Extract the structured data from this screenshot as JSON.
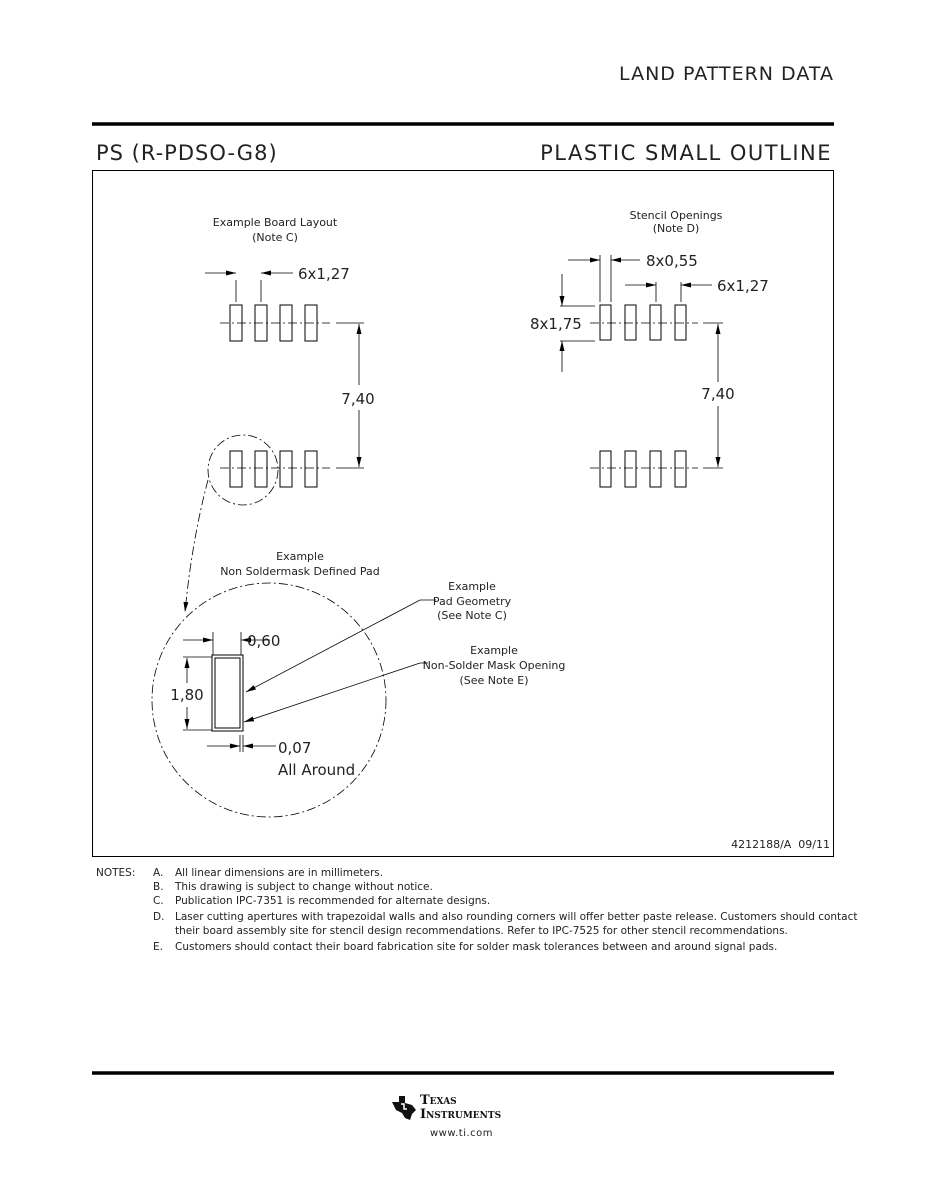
{
  "header": {
    "section": "LAND PATTERN DATA",
    "package_code": "PS (R-PDSO-G8)",
    "package_name": "PLASTIC SMALL OUTLINE"
  },
  "board_layout": {
    "title": "Example Board Layout",
    "note": "(Note C)",
    "pitch": "6x1,27",
    "row_spacing": "7,40"
  },
  "stencil": {
    "title": "Stencil Openings",
    "note": "(Note D)",
    "width": "8x0,55",
    "pitch": "6x1,27",
    "length": "8x1,75",
    "row_spacing": "7,40"
  },
  "pad_detail": {
    "title": "Example",
    "subtitle": "Non Soldermask Defined Pad",
    "width": "0,60",
    "length": "1,80",
    "clearance": "0,07",
    "clearance_note": "All Around",
    "callout_pad": [
      "Example",
      "Pad Geometry",
      "(See Note C)"
    ],
    "callout_mask": [
      "Example",
      "Non-Solder Mask Opening",
      "(See Note E)"
    ]
  },
  "drawing_number": "4212188/A  09/11",
  "notes": {
    "label": "NOTES:",
    "items": [
      {
        "letter": "A.",
        "text": "All linear dimensions are in millimeters."
      },
      {
        "letter": "B.",
        "text": "This drawing is subject to change without notice."
      },
      {
        "letter": "C.",
        "text": "Publication IPC-7351 is recommended for alternate designs."
      },
      {
        "letter": "D.",
        "text": "Laser cutting apertures with trapezoidal walls and also rounding corners will offer better paste release.  Customers should contact their board assembly site for stencil design recommendations. Refer to IPC-7525 for other stencil recommendations."
      },
      {
        "letter": "E.",
        "text": "Customers should contact their board fabrication site for solder mask tolerances between and around signal pads."
      }
    ]
  },
  "footer": {
    "logo_line1": "Texas",
    "logo_line2": "Instruments",
    "url": "www.ti.com"
  }
}
